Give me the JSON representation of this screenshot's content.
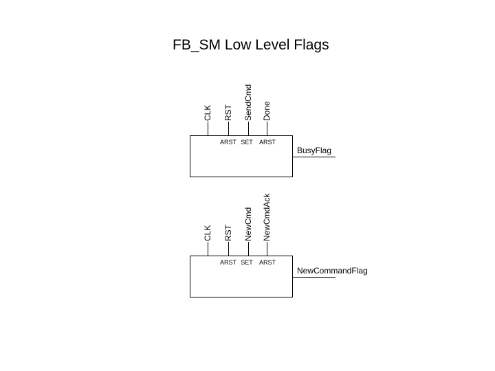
{
  "slide": {
    "title": "FB_SM Low Level Flags"
  },
  "diagram": {
    "blocks": [
      {
        "name": "busy-flag-block",
        "inputs": [
          "CLK",
          "RST",
          "SendCmd",
          "Done"
        ],
        "port_labels": [
          "ARST",
          "SET",
          "ARST"
        ],
        "output": "BusyFlag"
      },
      {
        "name": "new-command-flag-block",
        "inputs": [
          "CLK",
          "RST",
          "NewCmd",
          "NewCmdAck"
        ],
        "port_labels": [
          "ARST",
          "SET",
          "ARST"
        ],
        "output": "NewCommandFlag"
      }
    ]
  },
  "colors": {
    "background": "#ffffff",
    "line": "#000000",
    "text": "#000000"
  }
}
